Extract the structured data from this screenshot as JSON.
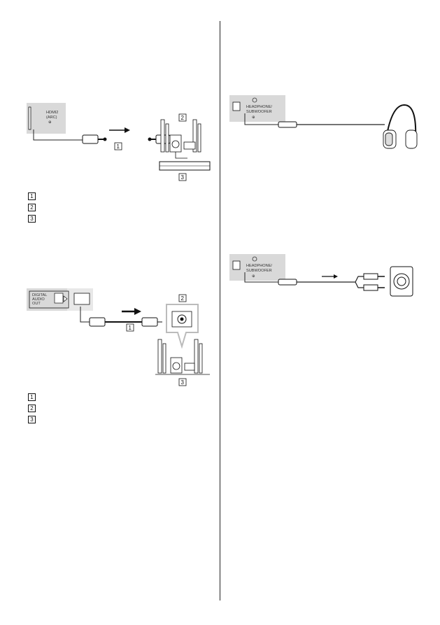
{
  "labels": {
    "hdmi_port": [
      "HDMI2",
      "(ARC)",
      "⊕"
    ],
    "digital_port": [
      "DIGITAL",
      "AUDIO",
      "OUT"
    ],
    "headphone_port": [
      "HEADPHONE/",
      "SUBWOOFER"
    ]
  },
  "callouts": {
    "one": "1",
    "two": "2",
    "three": "3"
  },
  "legend_hdmi": [
    {
      "num": "1"
    },
    {
      "num": "2"
    },
    {
      "num": "3"
    }
  ],
  "legend_optical": [
    {
      "num": "1"
    },
    {
      "num": "2"
    },
    {
      "num": "3"
    }
  ]
}
